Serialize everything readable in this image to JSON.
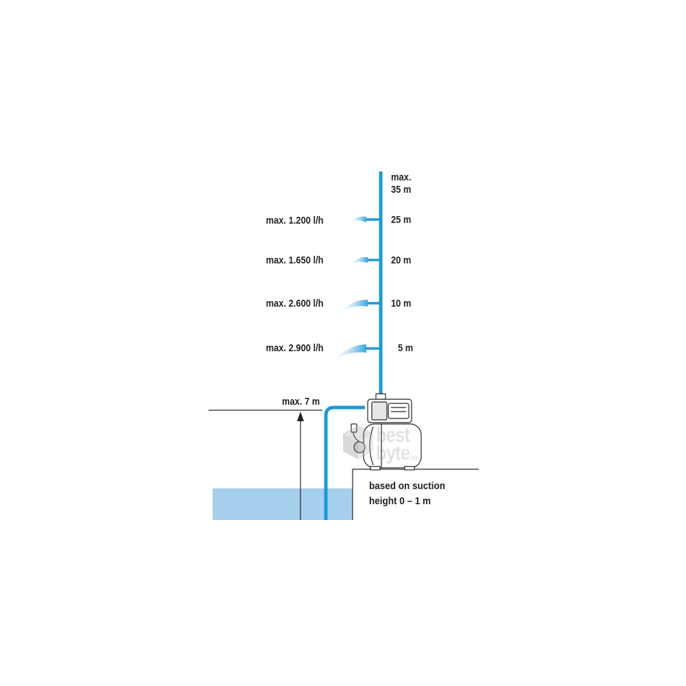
{
  "diagram": {
    "top_label": "max.\n35 m",
    "levels": [
      {
        "height_label": "25 m",
        "flow_label": "max. 1.200 l/h",
        "flow_lph": 1200,
        "height_m": 25
      },
      {
        "height_label": "20 m",
        "flow_label": "max. 1.650 l/h",
        "flow_lph": 1650,
        "height_m": 20
      },
      {
        "height_label": "10 m",
        "flow_label": "max. 2.600 l/h",
        "flow_lph": 2600,
        "height_m": 10
      },
      {
        "height_label": "5 m",
        "flow_label": "max. 2.900 l/h",
        "flow_lph": 2900,
        "height_m": 5
      }
    ],
    "suction_label": "max. 7 m",
    "note": "based on suction\nheight 0 – 1 m",
    "colors": {
      "pipe": "#1a9ad6",
      "water": "#a6cfee",
      "spray": "#5bb8e6",
      "text": "#222222"
    },
    "watermark": {
      "line1": "best",
      "line2": "byte",
      "suffix": ".hu"
    }
  }
}
